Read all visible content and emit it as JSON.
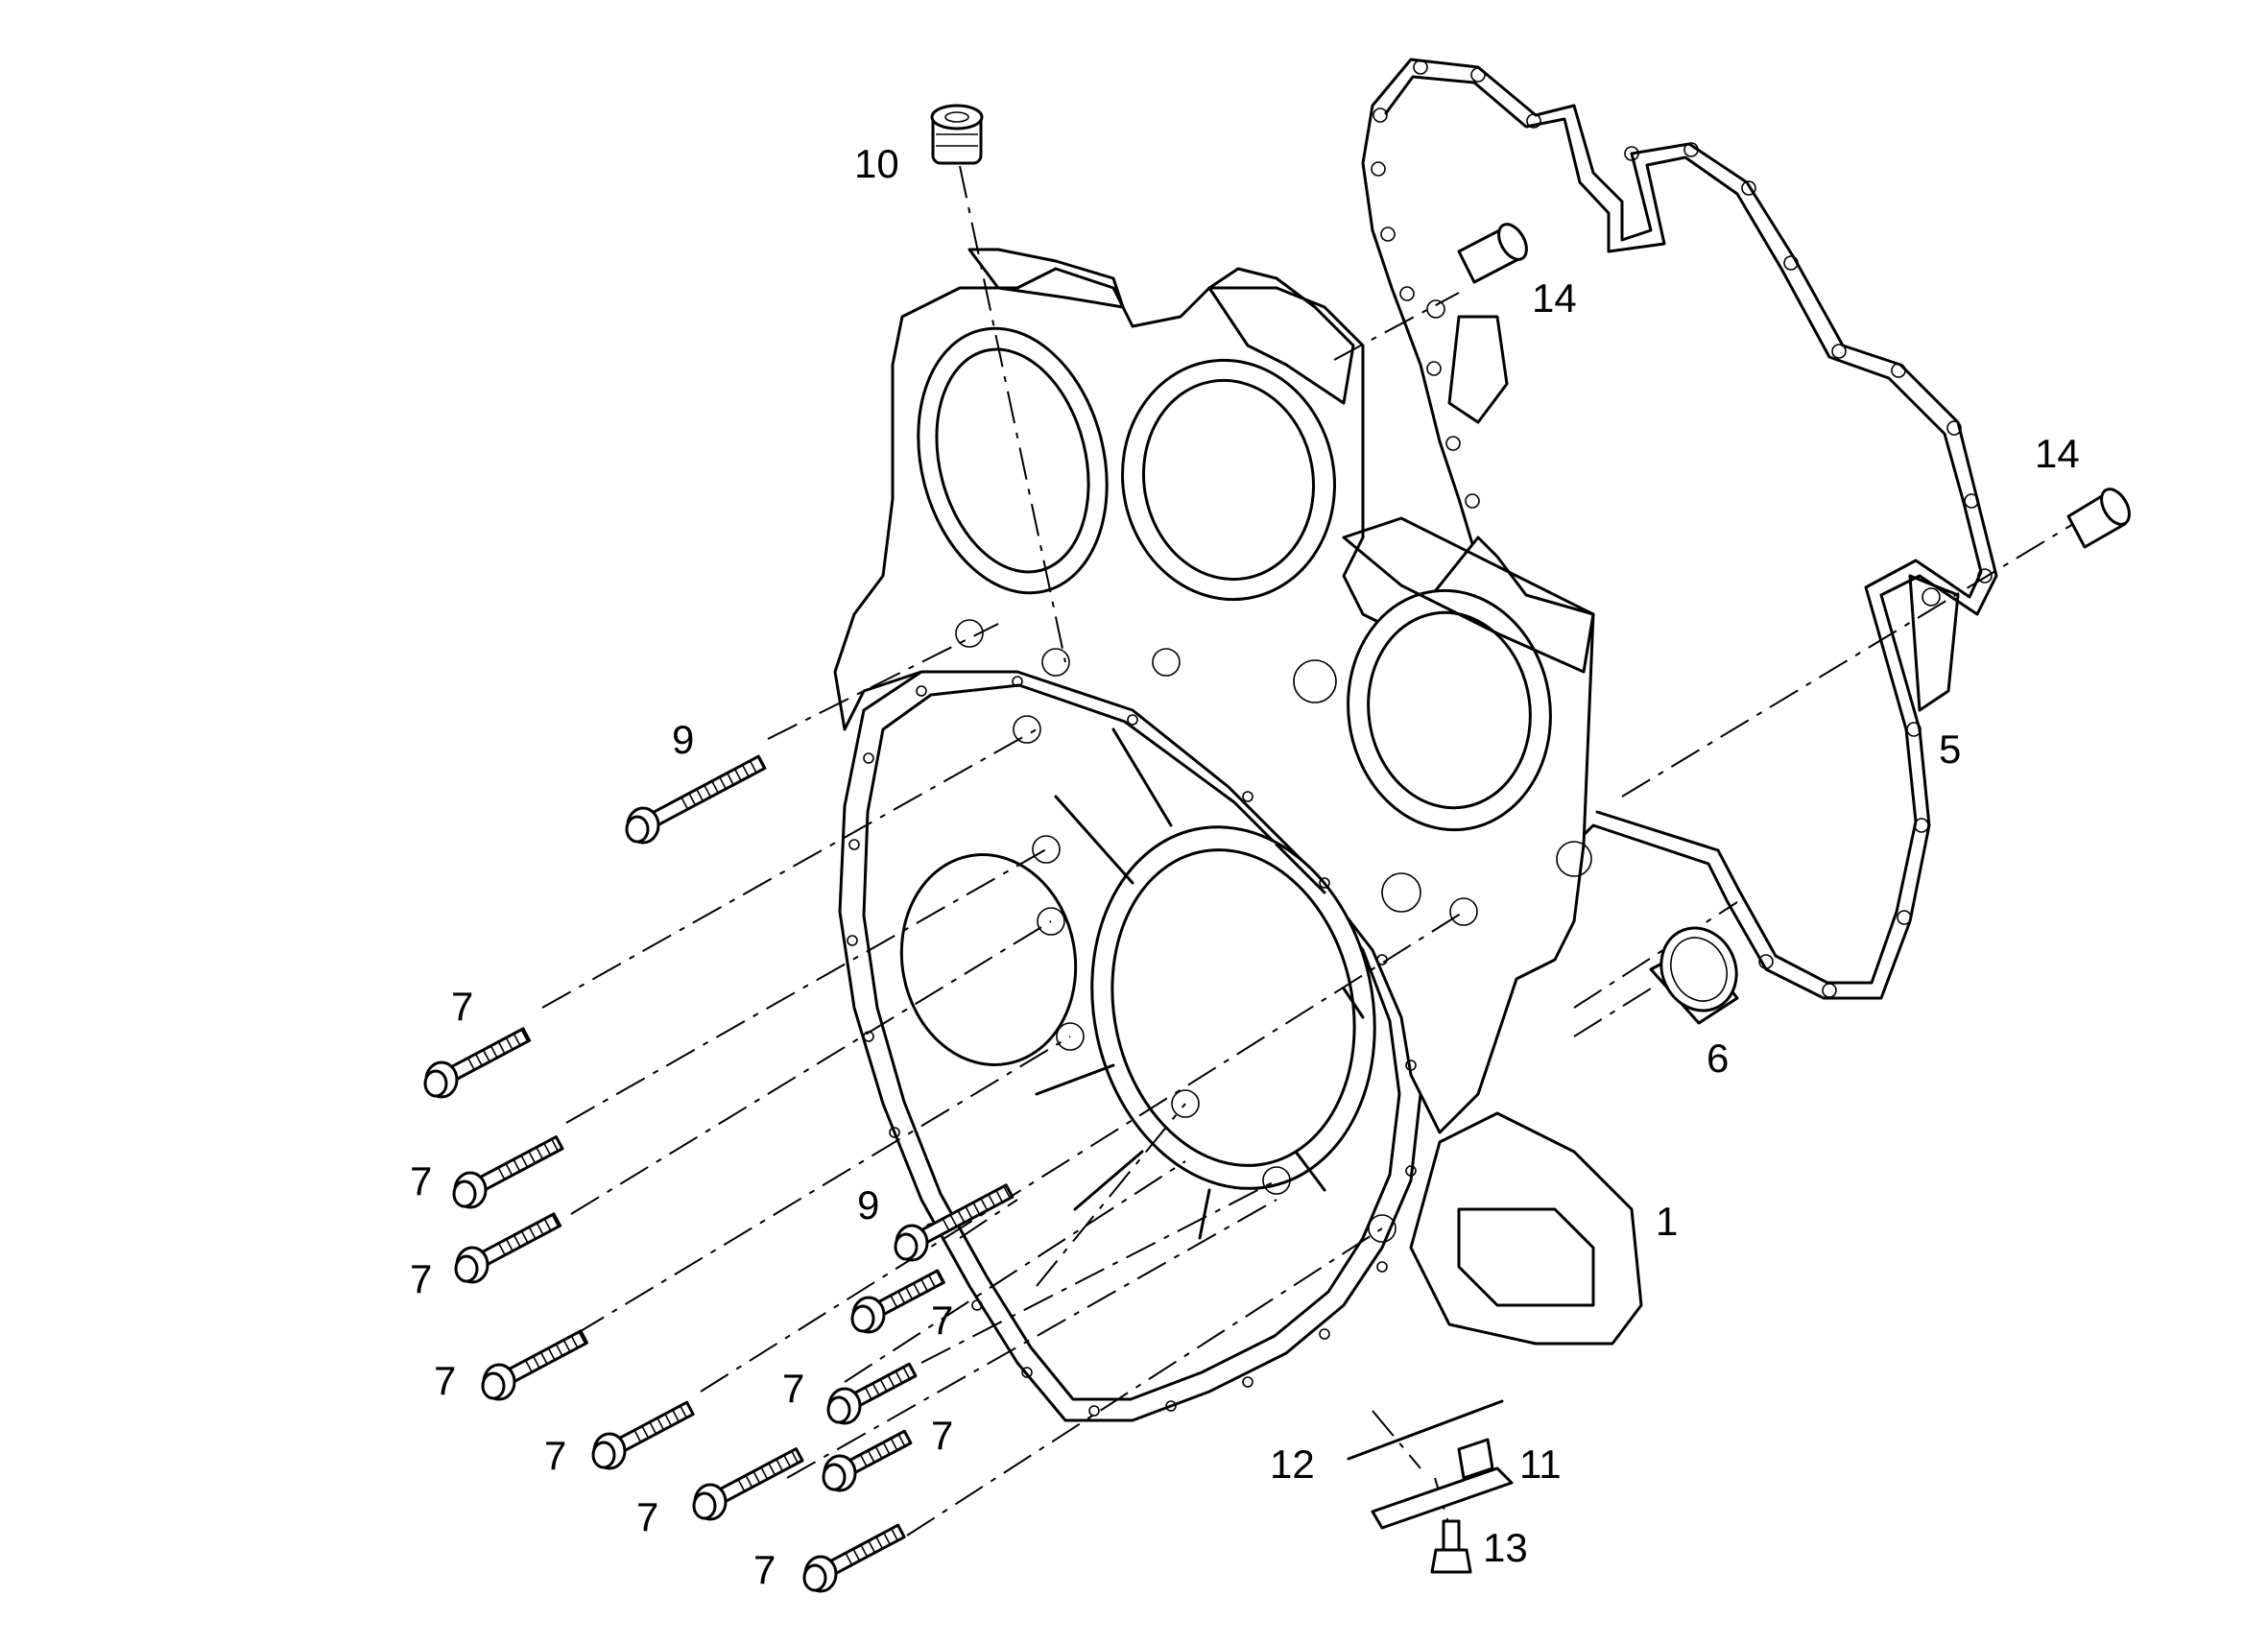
{
  "callouts": [
    {
      "id": "c1",
      "label": "1"
    },
    {
      "id": "c5",
      "label": "5"
    },
    {
      "id": "c6",
      "label": "6"
    },
    {
      "id": "c7a",
      "label": "7"
    },
    {
      "id": "c7b",
      "label": "7"
    },
    {
      "id": "c7c",
      "label": "7"
    },
    {
      "id": "c7d",
      "label": "7"
    },
    {
      "id": "c7e",
      "label": "7"
    },
    {
      "id": "c7f",
      "label": "7"
    },
    {
      "id": "c7g",
      "label": "7"
    },
    {
      "id": "c7h",
      "label": "7"
    },
    {
      "id": "c7i",
      "label": "7"
    },
    {
      "id": "c7j",
      "label": "7"
    },
    {
      "id": "c9a",
      "label": "9"
    },
    {
      "id": "c9b",
      "label": "9"
    },
    {
      "id": "c10",
      "label": "10"
    },
    {
      "id": "c11",
      "label": "11"
    },
    {
      "id": "c12",
      "label": "12"
    },
    {
      "id": "c13",
      "label": "13"
    },
    {
      "id": "c14a",
      "label": "14"
    },
    {
      "id": "c14b",
      "label": "14"
    }
  ]
}
